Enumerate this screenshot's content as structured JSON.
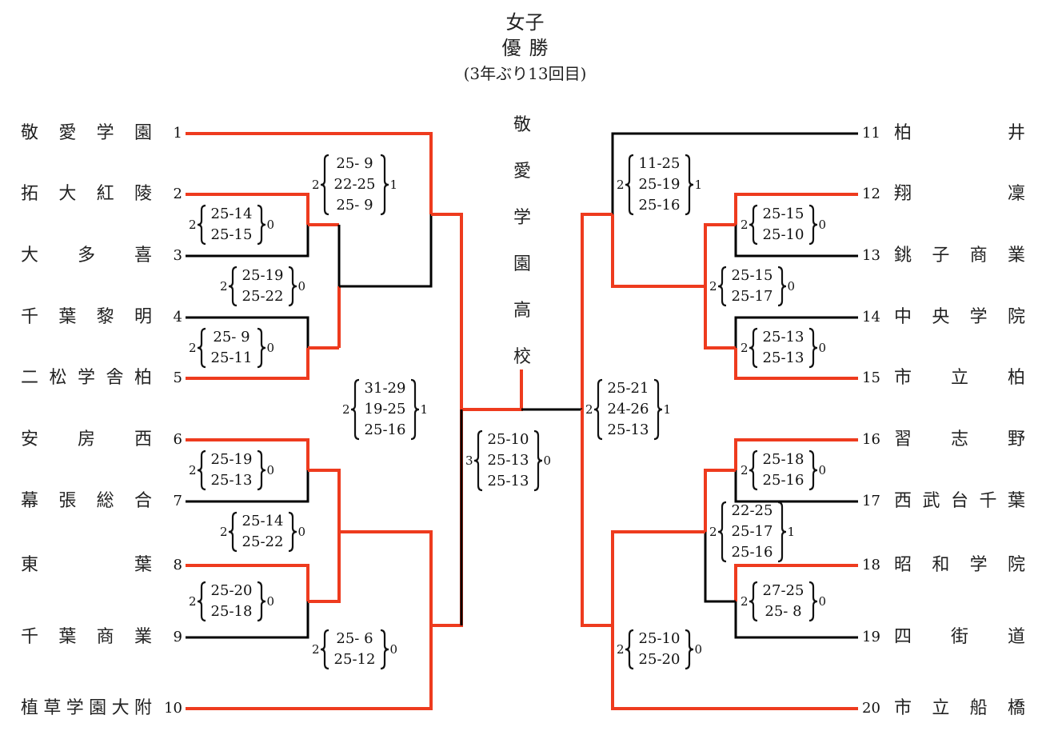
{
  "header": {
    "category": "女子",
    "result": "優勝",
    "note": "(3年ぶり13回目)"
  },
  "champion": {
    "name_chars": [
      "敬",
      "愛",
      "学",
      "園",
      "高",
      "校"
    ]
  },
  "colors": {
    "winner_line": "#EE3B1E",
    "loser_line": "#000000"
  },
  "teams": [
    {
      "seed": "1",
      "chars": [
        "敬",
        "愛",
        "学",
        "園"
      ]
    },
    {
      "seed": "2",
      "chars": [
        "拓",
        "大",
        "紅",
        "陵"
      ]
    },
    {
      "seed": "3",
      "chars": [
        "大",
        "多",
        "喜"
      ]
    },
    {
      "seed": "4",
      "chars": [
        "千",
        "葉",
        "黎",
        "明"
      ]
    },
    {
      "seed": "5",
      "chars": [
        "二",
        "松",
        "学",
        "舎",
        "柏"
      ]
    },
    {
      "seed": "6",
      "chars": [
        "安",
        "房",
        "西"
      ]
    },
    {
      "seed": "7",
      "chars": [
        "幕",
        "張",
        "総",
        "合"
      ]
    },
    {
      "seed": "8",
      "chars": [
        "東",
        "葉"
      ]
    },
    {
      "seed": "9",
      "chars": [
        "千",
        "葉",
        "商",
        "業"
      ]
    },
    {
      "seed": "10",
      "chars": [
        "植",
        "草",
        "学",
        "園",
        "大",
        "附"
      ]
    },
    {
      "seed": "11",
      "chars": [
        "柏",
        "井"
      ]
    },
    {
      "seed": "12",
      "chars": [
        "翔",
        "凜"
      ]
    },
    {
      "seed": "13",
      "chars": [
        "銚",
        "子",
        "商",
        "業"
      ]
    },
    {
      "seed": "14",
      "chars": [
        "中",
        "央",
        "学",
        "院"
      ]
    },
    {
      "seed": "15",
      "chars": [
        "市",
        "立",
        "柏"
      ]
    },
    {
      "seed": "16",
      "chars": [
        "習",
        "志",
        "野"
      ]
    },
    {
      "seed": "17",
      "chars": [
        "西",
        "武",
        "台",
        "千",
        "葉"
      ]
    },
    {
      "seed": "18",
      "chars": [
        "昭",
        "和",
        "学",
        "院"
      ]
    },
    {
      "seed": "19",
      "chars": [
        "四",
        "街",
        "道"
      ]
    },
    {
      "seed": "20",
      "chars": [
        "市",
        "立",
        "船",
        "橋"
      ]
    }
  ],
  "matches": [
    {
      "id": "m2v3",
      "left_sets": "2",
      "right_sets": "0",
      "games": [
        "25-14",
        "25-15"
      ]
    },
    {
      "id": "m4v5",
      "left_sets": "2",
      "right_sets": "0",
      "games": [
        "25- 9",
        "25-11"
      ]
    },
    {
      "id": "m23v45",
      "left_sets": "2",
      "right_sets": "0",
      "games": [
        "25-19",
        "25-22"
      ]
    },
    {
      "id": "m1vQ",
      "left_sets": "2",
      "right_sets": "1",
      "games": [
        "25- 9",
        "22-25",
        "25- 9"
      ]
    },
    {
      "id": "m6v7",
      "left_sets": "2",
      "right_sets": "0",
      "games": [
        "25-19",
        "25-13"
      ]
    },
    {
      "id": "m8v9",
      "left_sets": "2",
      "right_sets": "0",
      "games": [
        "25-20",
        "25-18"
      ]
    },
    {
      "id": "m67v89",
      "left_sets": "2",
      "right_sets": "0",
      "games": [
        "25-14",
        "25-22"
      ]
    },
    {
      "id": "mQv10",
      "left_sets": "2",
      "right_sets": "0",
      "games": [
        "25- 6",
        "25-12"
      ]
    },
    {
      "id": "semiL",
      "left_sets": "2",
      "right_sets": "1",
      "games": [
        "31-29",
        "19-25",
        "25-16"
      ]
    },
    {
      "id": "final",
      "left_sets": "3",
      "right_sets": "0",
      "games": [
        "25-10",
        "25-13",
        "25-13"
      ]
    },
    {
      "id": "semiR",
      "left_sets": "2",
      "right_sets": "1",
      "games": [
        "25-21",
        "24-26",
        "25-13"
      ]
    },
    {
      "id": "m11vQ",
      "left_sets": "2",
      "right_sets": "1",
      "games": [
        "11-25",
        "25-19",
        "25-16"
      ]
    },
    {
      "id": "m12v13",
      "left_sets": "2",
      "right_sets": "0",
      "games": [
        "25-15",
        "25-10"
      ]
    },
    {
      "id": "m1213v1415",
      "left_sets": "2",
      "right_sets": "0",
      "games": [
        "25-15",
        "25-17"
      ]
    },
    {
      "id": "m14v15",
      "left_sets": "2",
      "right_sets": "0",
      "games": [
        "25-13",
        "25-13"
      ]
    },
    {
      "id": "m16v17",
      "left_sets": "2",
      "right_sets": "0",
      "games": [
        "25-18",
        "25-16"
      ]
    },
    {
      "id": "m1617v1819",
      "left_sets": "2",
      "right_sets": "1",
      "games": [
        "22-25",
        "25-17",
        "25-16"
      ]
    },
    {
      "id": "m18v19",
      "left_sets": "2",
      "right_sets": "0",
      "games": [
        "27-25",
        "25- 8"
      ]
    },
    {
      "id": "mQv20",
      "left_sets": "2",
      "right_sets": "0",
      "games": [
        "25-10",
        "25-20"
      ]
    }
  ]
}
